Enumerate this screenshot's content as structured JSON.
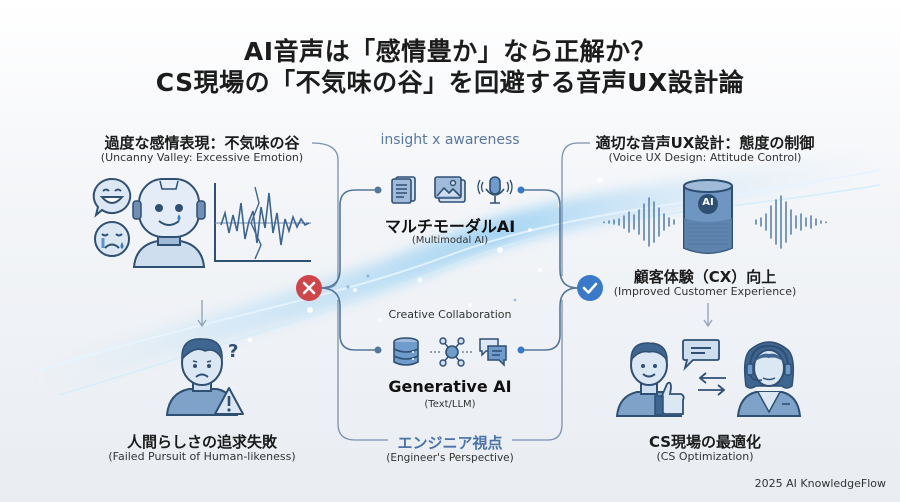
{
  "title": {
    "line1": "AI音声は「感情豊か」なら正解か？",
    "line2": "CS現場の「不気味の谷」を回避する音声UX設計論"
  },
  "left": {
    "top": {
      "title": "過度な感情表現：不気味の谷",
      "subtitle": "(Uncanny Valley: Excessive Emotion)",
      "icons": [
        "happy-face-bubble-icon",
        "sad-face-bubble-icon",
        "robot-crying-icon",
        "erratic-waveform-chart-icon"
      ]
    },
    "bottom": {
      "title": "人間らしさの追求失敗",
      "subtitle": "(Failed Pursuit of Human-likeness)",
      "icons": [
        "confused-person-icon",
        "warning-triangle-icon"
      ]
    },
    "status_icon": "x-circle-icon",
    "status_color": "#d0454a"
  },
  "center": {
    "top_label": "insight x awareness",
    "multimodal": {
      "title": "マルチモーダルAI",
      "subtitle": "(Multimodal AI)",
      "icons": [
        "document-icon",
        "image-icon",
        "microphone-icon"
      ]
    },
    "middle_label": "Creative Collaboration",
    "generative": {
      "title": "Generative AI",
      "subtitle": "(Text/LLM)",
      "icons": [
        "database-icon",
        "network-icon",
        "chat-icon"
      ]
    },
    "bottom_label": "エンジニア視点",
    "bottom_sublabel": "(Engineer's Perspective)"
  },
  "right": {
    "top": {
      "title": "適切な音声UX設計：態度の制御",
      "subtitle": "(Voice UX Design: Attitude Control)",
      "speaker_badge": "AI",
      "icons": [
        "smart-speaker-icon",
        "sound-wave-icon"
      ]
    },
    "middle": {
      "title": "顧客体験（CX）向上",
      "subtitle": "(Improved Customer Experience)"
    },
    "bottom": {
      "title": "CS現場の最適化",
      "subtitle": "(CS Optimization)",
      "icons": [
        "happy-customer-thumbs-up-icon",
        "chat-bubble-icon",
        "exchange-arrows-icon",
        "support-agent-headset-icon"
      ]
    },
    "status_icon": "check-circle-icon",
    "status_color": "#3a78c9"
  },
  "credit": "2025 AI KnowledgeFlow",
  "colors": {
    "line": "#6f8aa8",
    "icon_stroke": "#2f4f73",
    "icon_fill": "#9fbbd9",
    "icon_fill_light": "#cfdeee",
    "accent_label": "#4a73a8"
  }
}
